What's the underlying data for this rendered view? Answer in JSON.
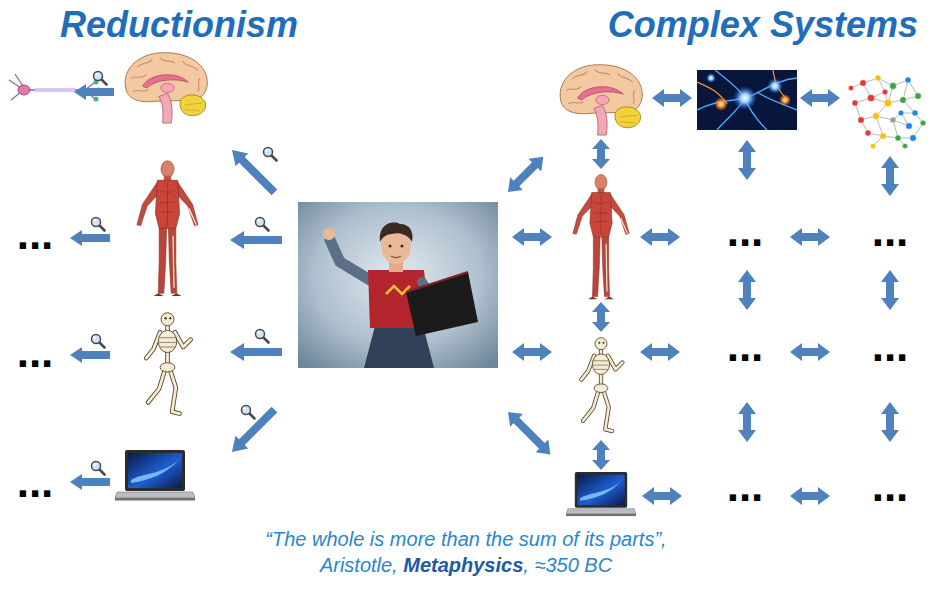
{
  "diagram": {
    "caption": "“The whole is more than the sum of its parts”, Aristotle, Metaphysics, ≈350 BC",
    "labels": [
      "Reductionism",
      "Complex Systems",
      "...",
      "...",
      "...",
      "...",
      "...",
      "...",
      "...",
      "...",
      "..."
    ]
  }
}
